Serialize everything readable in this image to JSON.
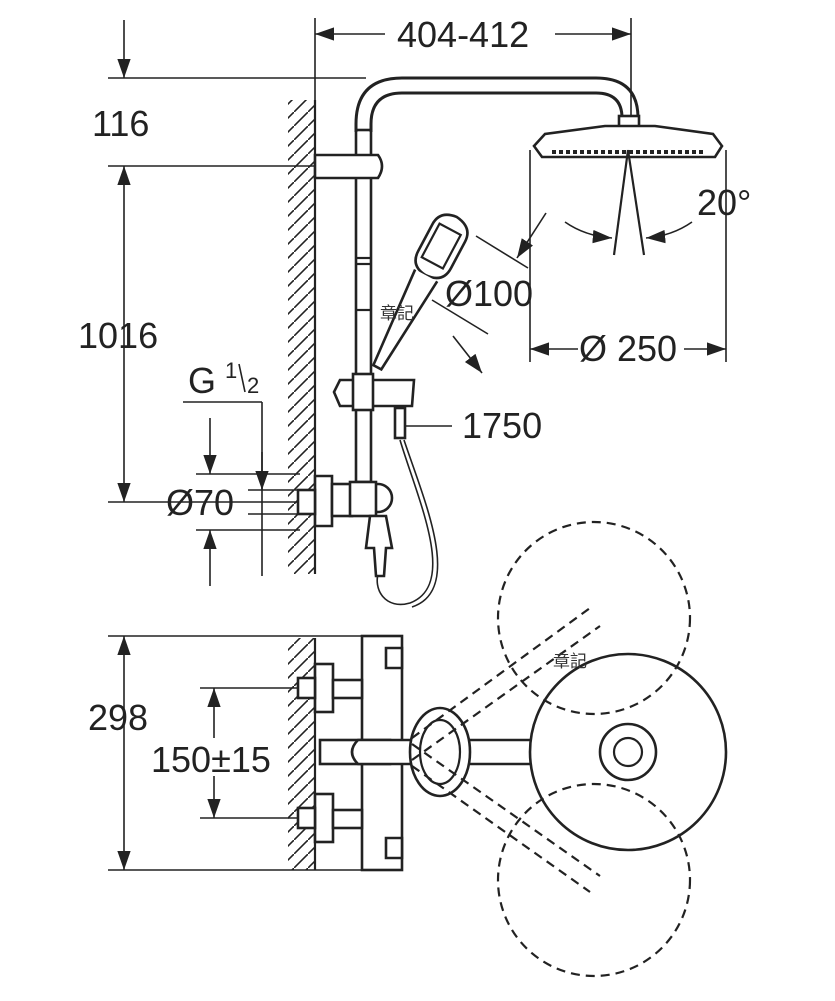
{
  "dimensions": {
    "arm_projection": "404-412",
    "head_height_offset": "116",
    "tilt_angle": "20°",
    "hand_shower_diameter": "Ø100",
    "head_shower_diameter": "Ø 250",
    "rail_height": "1016",
    "thread_size_main": "G",
    "thread_size_num": "1",
    "thread_size_den": "2",
    "hose_length": "1750",
    "escutcheon_diameter": "Ø70",
    "bottom_height": "298",
    "center_distance": "150±15"
  },
  "watermarks": [
    "章記",
    "章記"
  ],
  "colors": {
    "line": "#222222",
    "background": "#ffffff"
  }
}
